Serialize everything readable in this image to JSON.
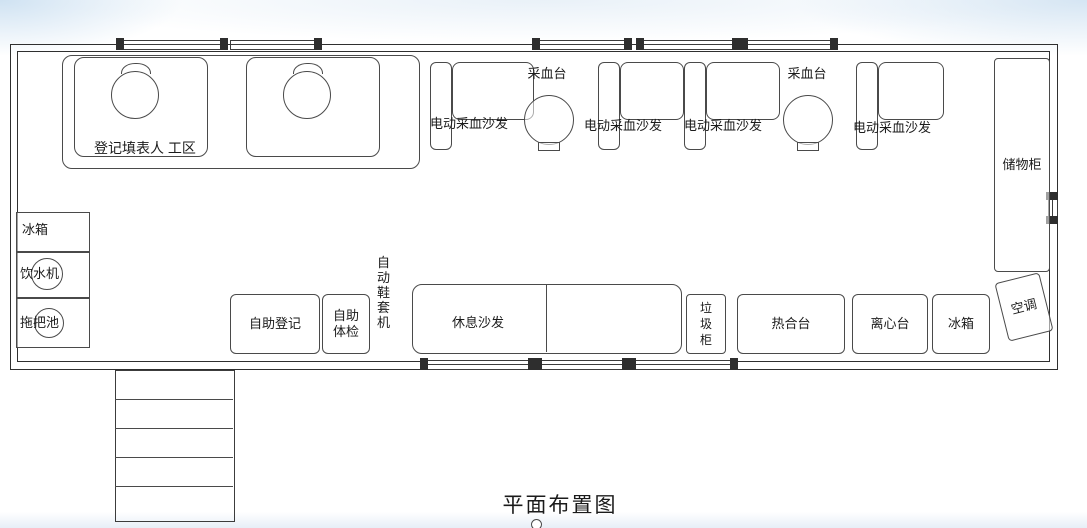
{
  "title": "平面布置图",
  "registration": {
    "label": "登记填表人 工区"
  },
  "blood": {
    "sofa1": "电动采血沙发",
    "table1": "采血台",
    "sofa2": "电动采血沙发",
    "sofa3": "电动采血沙发",
    "table2": "采血台",
    "sofa4": "电动采血沙发"
  },
  "left": {
    "fridge": "冰箱",
    "water": "饮水机",
    "mop": "拖把池"
  },
  "right": {
    "storage": "储物柜",
    "ac": "空调"
  },
  "bottom": {
    "self_registration": "自助登记",
    "self_checkup": "自助体检",
    "shoe_cover": "自动鞋套机",
    "rest_sofa": "休息沙发",
    "trash": "垃圾柜",
    "heat_seal": "热合台",
    "centrifuge": "离心台",
    "fridge": "冰箱"
  },
  "colors": {
    "wall_line": "#2f2f2f",
    "furniture_line": "#4a4a4a",
    "background_tint": "#d5e5f3"
  }
}
